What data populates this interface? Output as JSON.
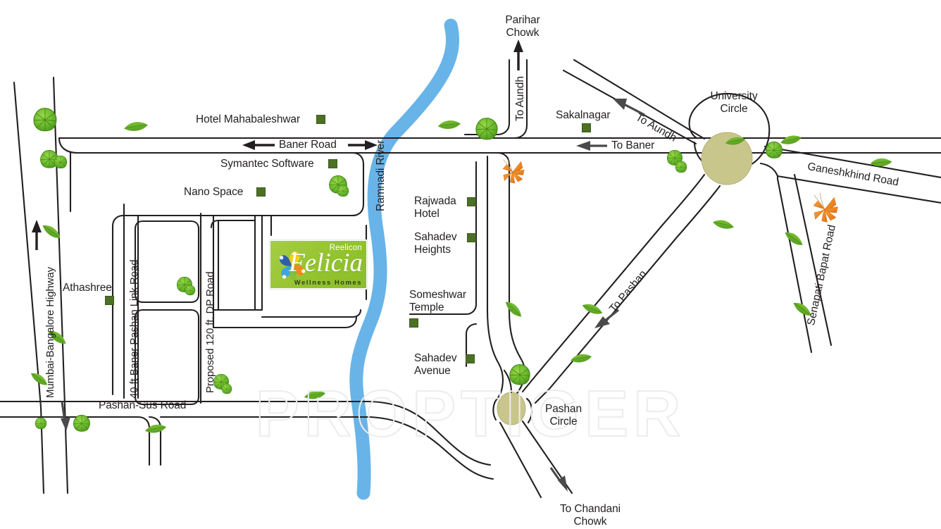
{
  "map": {
    "title": "Reelicon Felicia Location Map",
    "watermark": "PROPTIGER",
    "colors": {
      "road_stroke": "#231f20",
      "river": "#68b4e8",
      "roundabout_fill": "#c9c68c",
      "marker_green": "#4c7024",
      "logo_green": "#9ac63b",
      "tree_green": "#6cba2e",
      "leaf_green": "#63b32b",
      "flower_orange": "#ee8022",
      "watermark_grey": "#ececec"
    },
    "project_logo": {
      "brand": "Reelicon",
      "name": "Felicia",
      "tagline": "Wellness Homes"
    },
    "roads": [
      {
        "id": "baner-road",
        "label": "Baner Road",
        "orientation": "horizontal",
        "arrows": "both"
      },
      {
        "id": "ramnadi-river",
        "label": "Ramnadi River",
        "orientation": "vertical",
        "type": "river"
      },
      {
        "id": "mumbai-bangalore-highway",
        "label": "Mumbai-Bangalore Highway",
        "orientation": "vertical",
        "arrows": "both"
      },
      {
        "id": "baner-pashan-link-road",
        "label": "40 ft Baner Pashan Link Road",
        "orientation": "vertical"
      },
      {
        "id": "proposed-dp-road",
        "label": "Proposed 120 ft. DP Road",
        "orientation": "vertical"
      },
      {
        "id": "pashan-sus-road",
        "label": "Pashan-Sus Road",
        "orientation": "horizontal"
      },
      {
        "id": "ganeshkhind-road",
        "label": "Ganeshkhind Road",
        "orientation": "diagonal"
      },
      {
        "id": "senapati-bapat-road",
        "label": "Senapati Bapat Road",
        "orientation": "vertical"
      }
    ],
    "directions": [
      {
        "id": "to-aundh-vertical",
        "label": "To Aundh"
      },
      {
        "id": "to-aundh-diagonal",
        "label": "To Aundh"
      },
      {
        "id": "to-baner",
        "label": "To Baner"
      },
      {
        "id": "to-pashan",
        "label": "To Pashan"
      },
      {
        "id": "to-chandani-chowk",
        "label": "To Chandani\nChowk"
      }
    ],
    "junctions": [
      {
        "id": "parihar-chowk",
        "label": "Parihar\nChowk"
      },
      {
        "id": "university-circle",
        "label": "University\nCircle"
      },
      {
        "id": "pashan-circle",
        "label": "Pashan\nCircle"
      }
    ],
    "landmarks": [
      {
        "id": "hotel-mahabaleshwar",
        "label": "Hotel Mahabaleshwar"
      },
      {
        "id": "symantec-software",
        "label": "Symantec Software"
      },
      {
        "id": "nano-space",
        "label": "Nano Space"
      },
      {
        "id": "athashree",
        "label": "Athashree"
      },
      {
        "id": "sakalnagar",
        "label": "Sakalnagar"
      },
      {
        "id": "rajwada-hotel",
        "label": "Rajwada\nHotel"
      },
      {
        "id": "sahadev-heights",
        "label": "Sahadev\nHeights"
      },
      {
        "id": "someshwar-temple",
        "label": "Someshwar\nTemple"
      },
      {
        "id": "sahadev-avenue",
        "label": "Sahadev\nAvenue"
      }
    ]
  }
}
